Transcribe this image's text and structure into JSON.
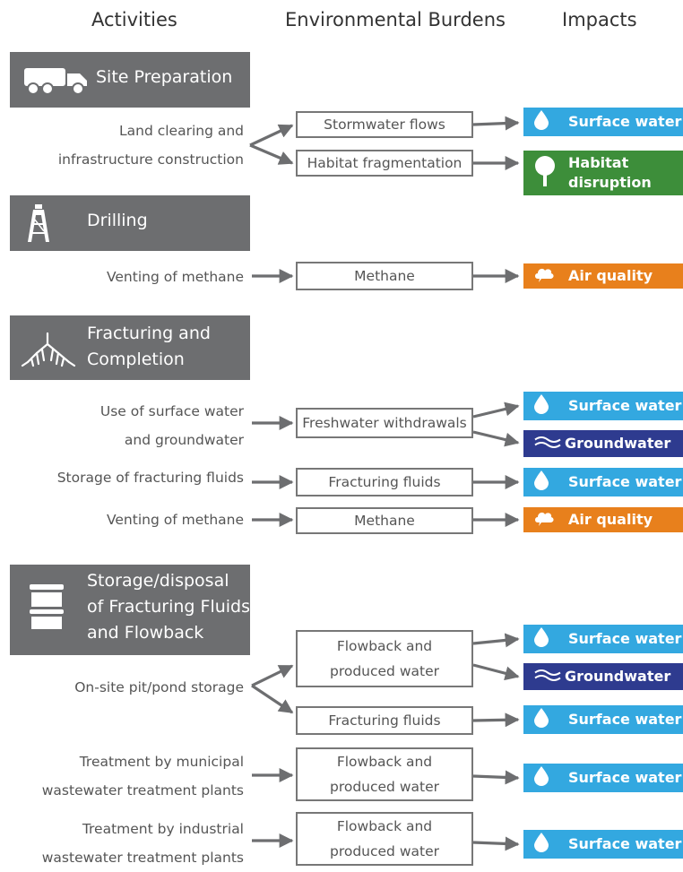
{
  "headers": {
    "activities": "Activities",
    "burdens": "Environmental Burdens",
    "impacts": "Impacts"
  },
  "sections": {
    "site_prep": "Site Preparation",
    "drilling": "Drilling",
    "fracturing": "Fracturing and\nCompletion",
    "storage": "Storage/disposal\nof Fracturing Fluids\nand Flowback"
  },
  "activities": {
    "land_clearing": "Land clearing and\ninfrastructure construction",
    "venting1": "Venting of methane",
    "use_water": "Use of surface water\nand groundwater",
    "storage_fluids": "Storage of fracturing fluids",
    "venting2": "Venting of methane",
    "pit_storage": "On-site pit/pond storage",
    "municipal": "Treatment by municipal\nwastewater treatment plants",
    "industrial": "Treatment by industrial\nwastewater treatment plants"
  },
  "burdens": {
    "stormwater": "Stormwater flows",
    "habitat_frag": "Habitat fragmentation",
    "methane1": "Methane",
    "freshwater": "Freshwater withdrawals",
    "frac_fluids1": "Fracturing fluids",
    "methane2": "Methane",
    "flowback1": "Flowback and\nproduced water",
    "frac_fluids2": "Fracturing fluids",
    "flowback2": "Flowback and\nproduced water",
    "flowback3": "Flowback and\nproduced water"
  },
  "impacts": {
    "surface_water": "Surface water",
    "habitat": "Habitat\ndisruption",
    "air_quality": "Air quality",
    "groundwater": "Groundwater"
  },
  "colors": {
    "section_bg": "#6d6e70",
    "surface_water": "#33a8e0",
    "habitat": "#3d8e3a",
    "air_quality": "#e8801c",
    "groundwater": "#2e3b8f",
    "arrow": "#6d6e70"
  },
  "icons": {
    "site_prep": "truck-icon",
    "drilling": "drilling-rig-icon",
    "fracturing": "fracture-roots-icon",
    "storage": "storage-tank-icon",
    "surface_water": "water-drop-icon",
    "habitat": "tree-icon",
    "air_quality": "cloud-icon",
    "groundwater": "waves-icon"
  }
}
